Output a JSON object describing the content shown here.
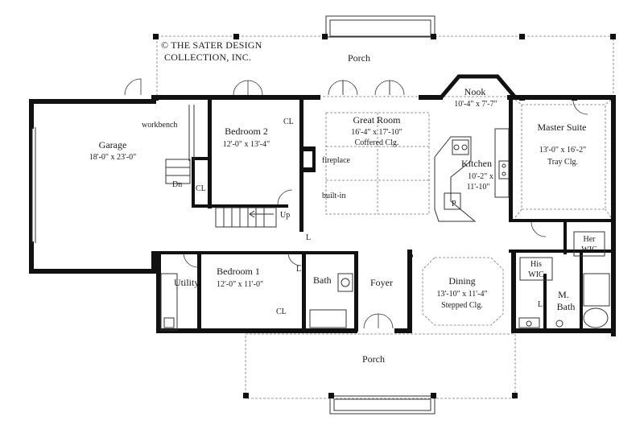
{
  "copyright": {
    "line1": "© THE SATER DESIGN",
    "line2": "COLLECTION, INC."
  },
  "rooms": {
    "porch_rear": "Porch",
    "porch_front": "Porch",
    "garage": {
      "name": "Garage",
      "dim": "18'-0\" x 23'-0\""
    },
    "workbench": "workbench",
    "bedroom2": {
      "name": "Bedroom 2",
      "dim": "12'-0\" x 13'-4\""
    },
    "great_room": {
      "name": "Great Room",
      "dim": "16'-4\" x 17'-10\"",
      "ceiling": "Coffered Clg."
    },
    "nook": {
      "name": "Nook",
      "dim": "10'-4\" x 7'-7\""
    },
    "master_suite": {
      "name": "Master Suite",
      "dim": "13'-0\" x 16'-2\"",
      "ceiling": "Tray Clg."
    },
    "kitchen": {
      "name": "Kitchen",
      "dim1": "10'-2\" x",
      "dim2": "11'-10\""
    },
    "fireplace": "fireplace",
    "builtin": "built-in",
    "bedroom1": {
      "name": "Bedroom 1",
      "dim": "12'-0\" x 11'-0\""
    },
    "utility": "Utility",
    "bath": "Bath",
    "foyer": "Foyer",
    "dining": {
      "name": "Dining",
      "dim": "13'-10\" x 11'-4\"",
      "ceiling": "Stepped Clg."
    },
    "her_wic": {
      "line1": "Her",
      "line2": "WIC"
    },
    "his_wic": {
      "line1": "His",
      "line2": "WIC"
    },
    "m_bath": {
      "line1": "M.",
      "line2": "Bath"
    }
  },
  "tags": {
    "cl": "CL",
    "l": "L",
    "dn": "Dn",
    "up": "Up",
    "p": "P"
  }
}
